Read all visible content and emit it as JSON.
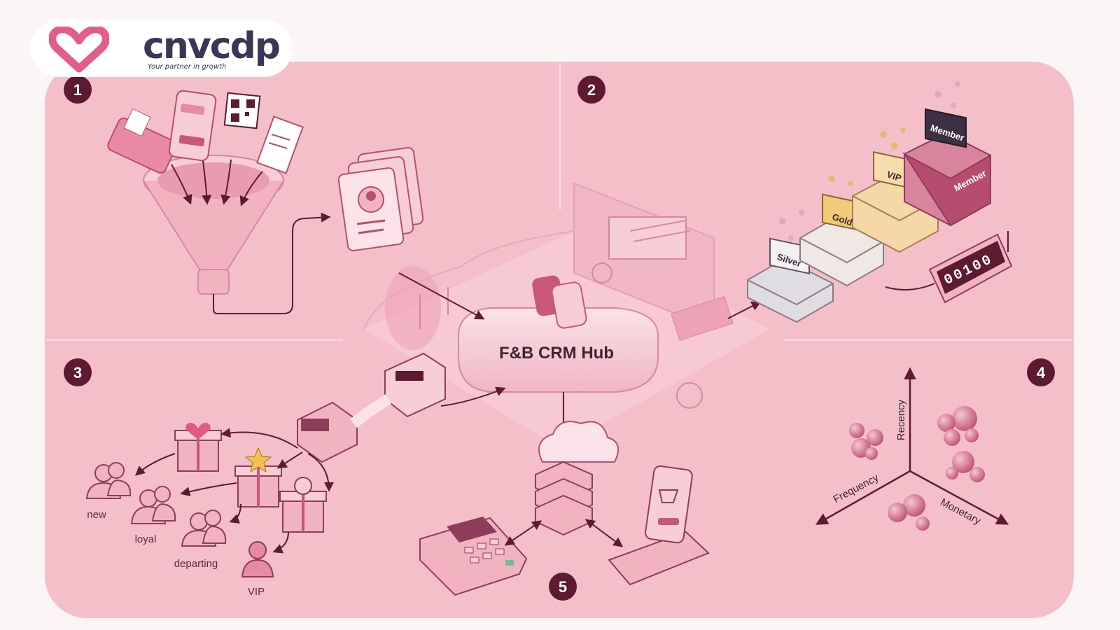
{
  "brand": {
    "name": "cnvcdp",
    "tagline": "Your partner in growth"
  },
  "colors": {
    "panel": "#f5bfca",
    "badge": "#5d1a30",
    "accent": "#c8577a",
    "dark_text": "#3d2632"
  },
  "steps": [
    {
      "number": "1",
      "icon": "funnel-icon"
    },
    {
      "number": "2",
      "icon": "tier-boxes-icon"
    },
    {
      "number": "3",
      "icon": "gift-segments-icon"
    },
    {
      "number": "4",
      "icon": "rfm-axes-icon"
    },
    {
      "number": "5",
      "icon": "cloud-sync-icon"
    }
  ],
  "hub": {
    "title": "F&B CRM Hub"
  },
  "tiers": [
    "Silver",
    "Gold",
    "VIP",
    "Member",
    "Member"
  ],
  "counter": "00100",
  "segments": [
    "new",
    "loyal",
    "departing",
    "VIP"
  ],
  "rfm_axes": {
    "recency": "Recency",
    "frequency": "Frequency",
    "monetary": "Monetary"
  }
}
